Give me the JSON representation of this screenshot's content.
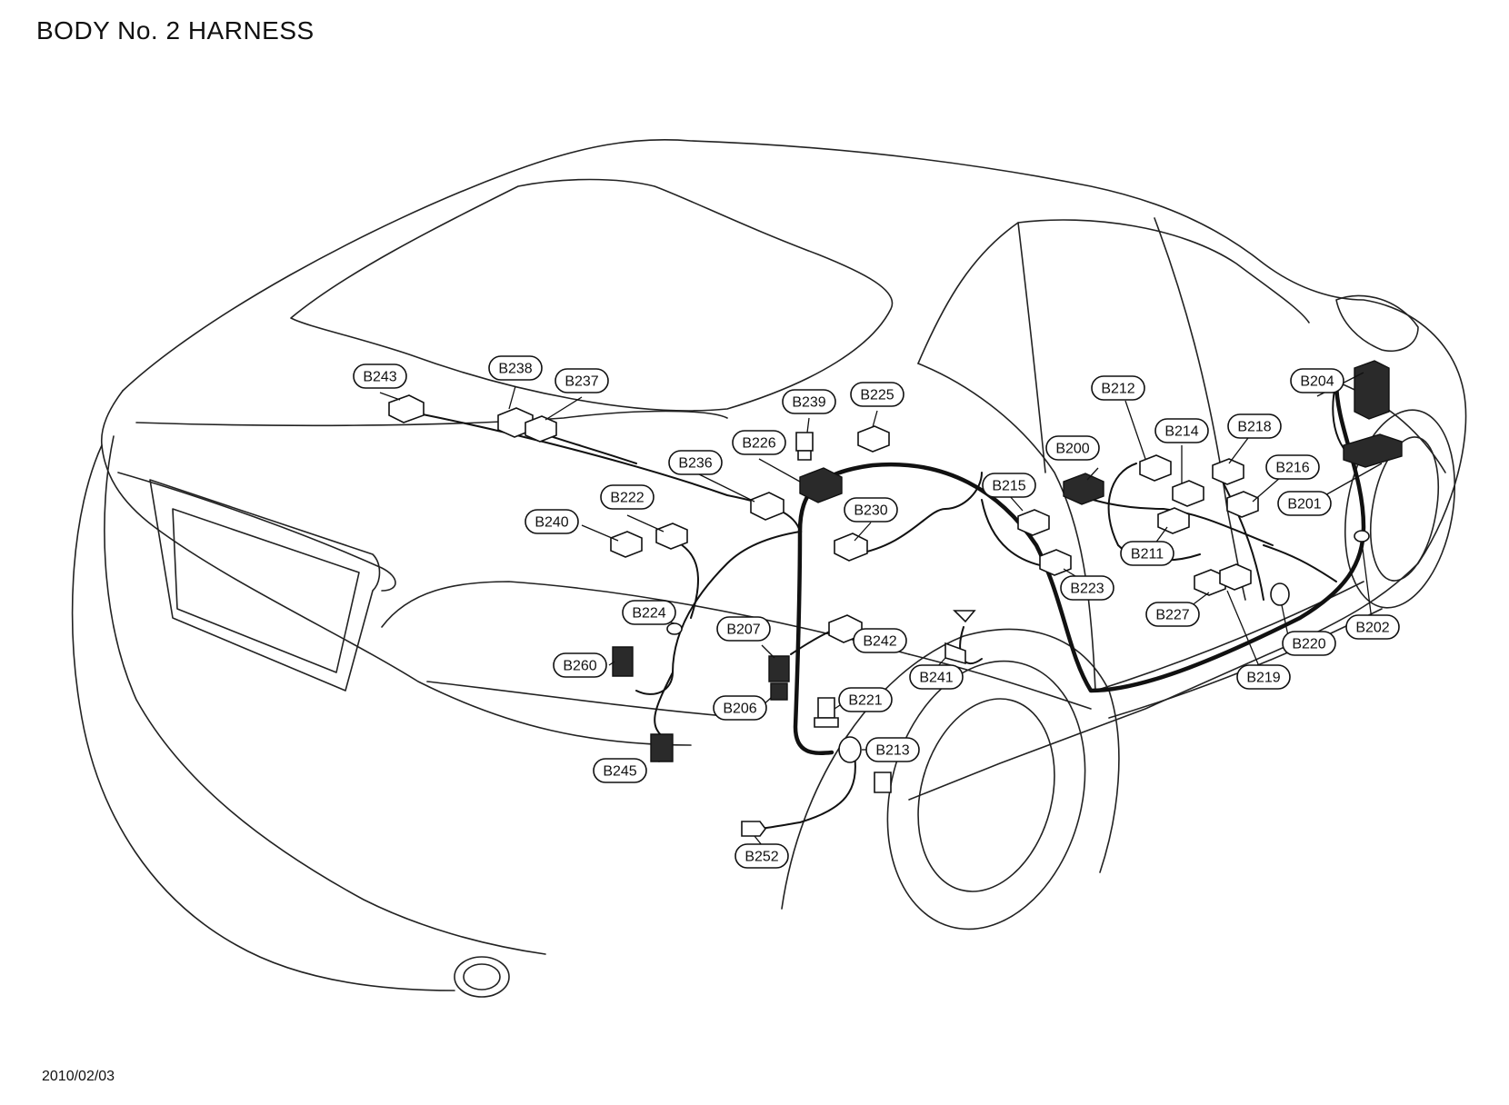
{
  "title": "BODY No. 2 HARNESS",
  "date": "2010/02/03",
  "connectors": [
    {
      "id": "B243"
    },
    {
      "id": "B238"
    },
    {
      "id": "B237"
    },
    {
      "id": "B239"
    },
    {
      "id": "B225"
    },
    {
      "id": "B226"
    },
    {
      "id": "B236"
    },
    {
      "id": "B222"
    },
    {
      "id": "B240"
    },
    {
      "id": "B230"
    },
    {
      "id": "B224"
    },
    {
      "id": "B260"
    },
    {
      "id": "B207"
    },
    {
      "id": "B242"
    },
    {
      "id": "B206"
    },
    {
      "id": "B221"
    },
    {
      "id": "B213"
    },
    {
      "id": "B245"
    },
    {
      "id": "B252"
    },
    {
      "id": "B241"
    },
    {
      "id": "B215"
    },
    {
      "id": "B223"
    },
    {
      "id": "B200"
    },
    {
      "id": "B212"
    },
    {
      "id": "B214"
    },
    {
      "id": "B211"
    },
    {
      "id": "B218"
    },
    {
      "id": "B216"
    },
    {
      "id": "B201"
    },
    {
      "id": "B204"
    },
    {
      "id": "B227"
    },
    {
      "id": "B219"
    },
    {
      "id": "B220"
    },
    {
      "id": "B202"
    }
  ]
}
